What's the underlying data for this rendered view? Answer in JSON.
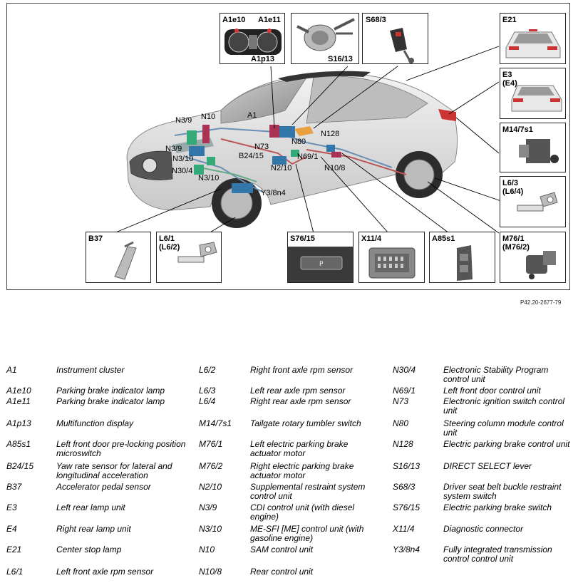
{
  "diagram": {
    "ref_code": "P42.20-2677-79",
    "insets": {
      "cluster": {
        "labels": [
          "A1e10",
          "A1e11",
          "A1p13"
        ]
      },
      "steering": {
        "label": "S16/13"
      },
      "buckle": {
        "label": "S68/3"
      },
      "e21": {
        "label": "E21"
      },
      "e3": {
        "label": "E3",
        "sub": "(E4)"
      },
      "m14": {
        "label": "M14/7s1"
      },
      "l63": {
        "label": "L6/3",
        "sub": "(L6/4)"
      },
      "m76": {
        "label": "M76/1",
        "sub": "(M76/2)"
      },
      "b37": {
        "label": "B37"
      },
      "l61": {
        "label": "L6/1",
        "sub": "(L6/2)"
      },
      "s76": {
        "label": "S76/15"
      },
      "x11": {
        "label": "X11/4"
      },
      "a85": {
        "label": "A85s1"
      }
    },
    "callouts": {
      "n39a": "N3/9",
      "n10": "N10",
      "a1": "A1",
      "n39b": "N3/9",
      "n310a": "N3/10",
      "n304": "N30/4",
      "n310b": "N3/10",
      "b2415": "B24/15",
      "n73": "N73",
      "n80": "N80",
      "n128": "N128",
      "n691": "N69/1",
      "n210": "N2/10",
      "n108": "N10/8",
      "y38n4": "Y3/8n4"
    }
  },
  "legend": {
    "col1": [
      {
        "code": "A1",
        "desc": "Instrument cluster"
      },
      {
        "code": "A1e10",
        "desc": "Parking brake indicator lamp"
      },
      {
        "code": "A1e11",
        "desc": "Parking brake indicator lamp"
      },
      {
        "code": "A1p13",
        "desc": "Multifunction display"
      },
      {
        "code": "A85s1",
        "desc": "Left front door pre-locking position microswitch"
      },
      {
        "code": "B24/15",
        "desc": "Yaw rate sensor for lateral and longitudinal acceleration"
      },
      {
        "code": "B37",
        "desc": "Accelerator pedal sensor"
      },
      {
        "code": "E3",
        "desc": "Left rear lamp unit"
      },
      {
        "code": "E4",
        "desc": "Right rear lamp unit"
      },
      {
        "code": "E21",
        "desc": "Center stop lamp"
      },
      {
        "code": "L6/1",
        "desc": "Left front axle rpm sensor"
      }
    ],
    "col2": [
      {
        "code": "L6/2",
        "desc": "Right front axle rpm sensor"
      },
      {
        "code": "L6/3",
        "desc": "Left rear axle rpm sensor"
      },
      {
        "code": "L6/4",
        "desc": "Right rear axle rpm sensor"
      },
      {
        "code": "M14/7s1",
        "desc": "Tailgate rotary tumbler switch"
      },
      {
        "code": "M76/1",
        "desc": "Left electric parking brake actuator motor"
      },
      {
        "code": "M76/2",
        "desc": "Right electric parking brake actuator motor"
      },
      {
        "code": "N2/10",
        "desc": "Supplemental restraint system control unit"
      },
      {
        "code": "N3/9",
        "desc": "CDI control unit (with diesel engine)"
      },
      {
        "code": "N3/10",
        "desc": "ME-SFI [ME] control unit (with gasoline engine)"
      },
      {
        "code": "N10",
        "desc": "SAM control unit"
      },
      {
        "code": "N10/8",
        "desc": "Rear control unit"
      }
    ],
    "col3": [
      {
        "code": "N30/4",
        "desc": "Electronic Stability Program control unit"
      },
      {
        "code": "N69/1",
        "desc": "Left front door control unit"
      },
      {
        "code": "N73",
        "desc": "Electronic ignition switch control unit"
      },
      {
        "code": "N80",
        "desc": "Steering column module control unit"
      },
      {
        "code": "N128",
        "desc": "Electric parking brake control unit"
      },
      {
        "code": "S16/13",
        "desc": "DIRECT SELECT lever"
      },
      {
        "code": "S68/3",
        "desc": "Driver seat belt buckle restraint system switch"
      },
      {
        "code": "S76/15",
        "desc": "Electric parking brake switch"
      },
      {
        "code": "X11/4",
        "desc": "Diagnostic connector"
      },
      {
        "code": "Y3/8n4",
        "desc": "Fully integrated transmission control control unit"
      }
    ]
  }
}
